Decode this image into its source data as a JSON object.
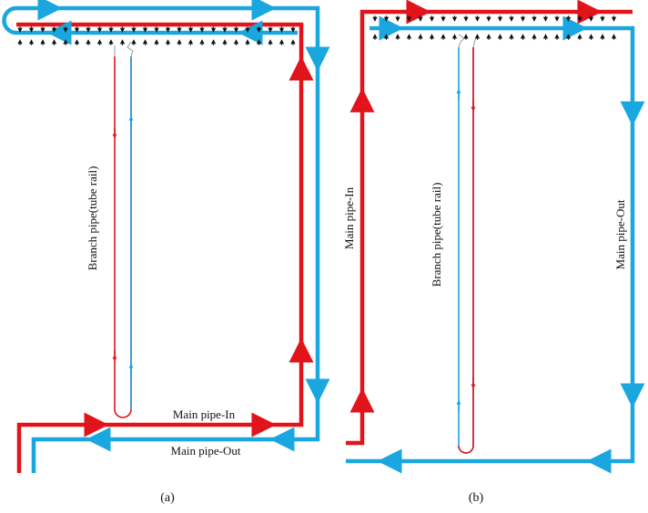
{
  "colors": {
    "inflow": "#e2141b",
    "outflow": "#1aa7df",
    "nozzle": "#111111",
    "background": "#ffffff"
  },
  "panel_a": {
    "caption": "(a)",
    "branch_label": "Branch pipe(tube rail)",
    "main_in_label": "Main pipe-In",
    "main_out_label": "Main pipe-Out"
  },
  "panel_b": {
    "caption": "(b)",
    "branch_label": "Branch pipe(tube rail)",
    "main_in_label": "Main pipe-In",
    "main_out_label": "Main pipe-Out"
  }
}
